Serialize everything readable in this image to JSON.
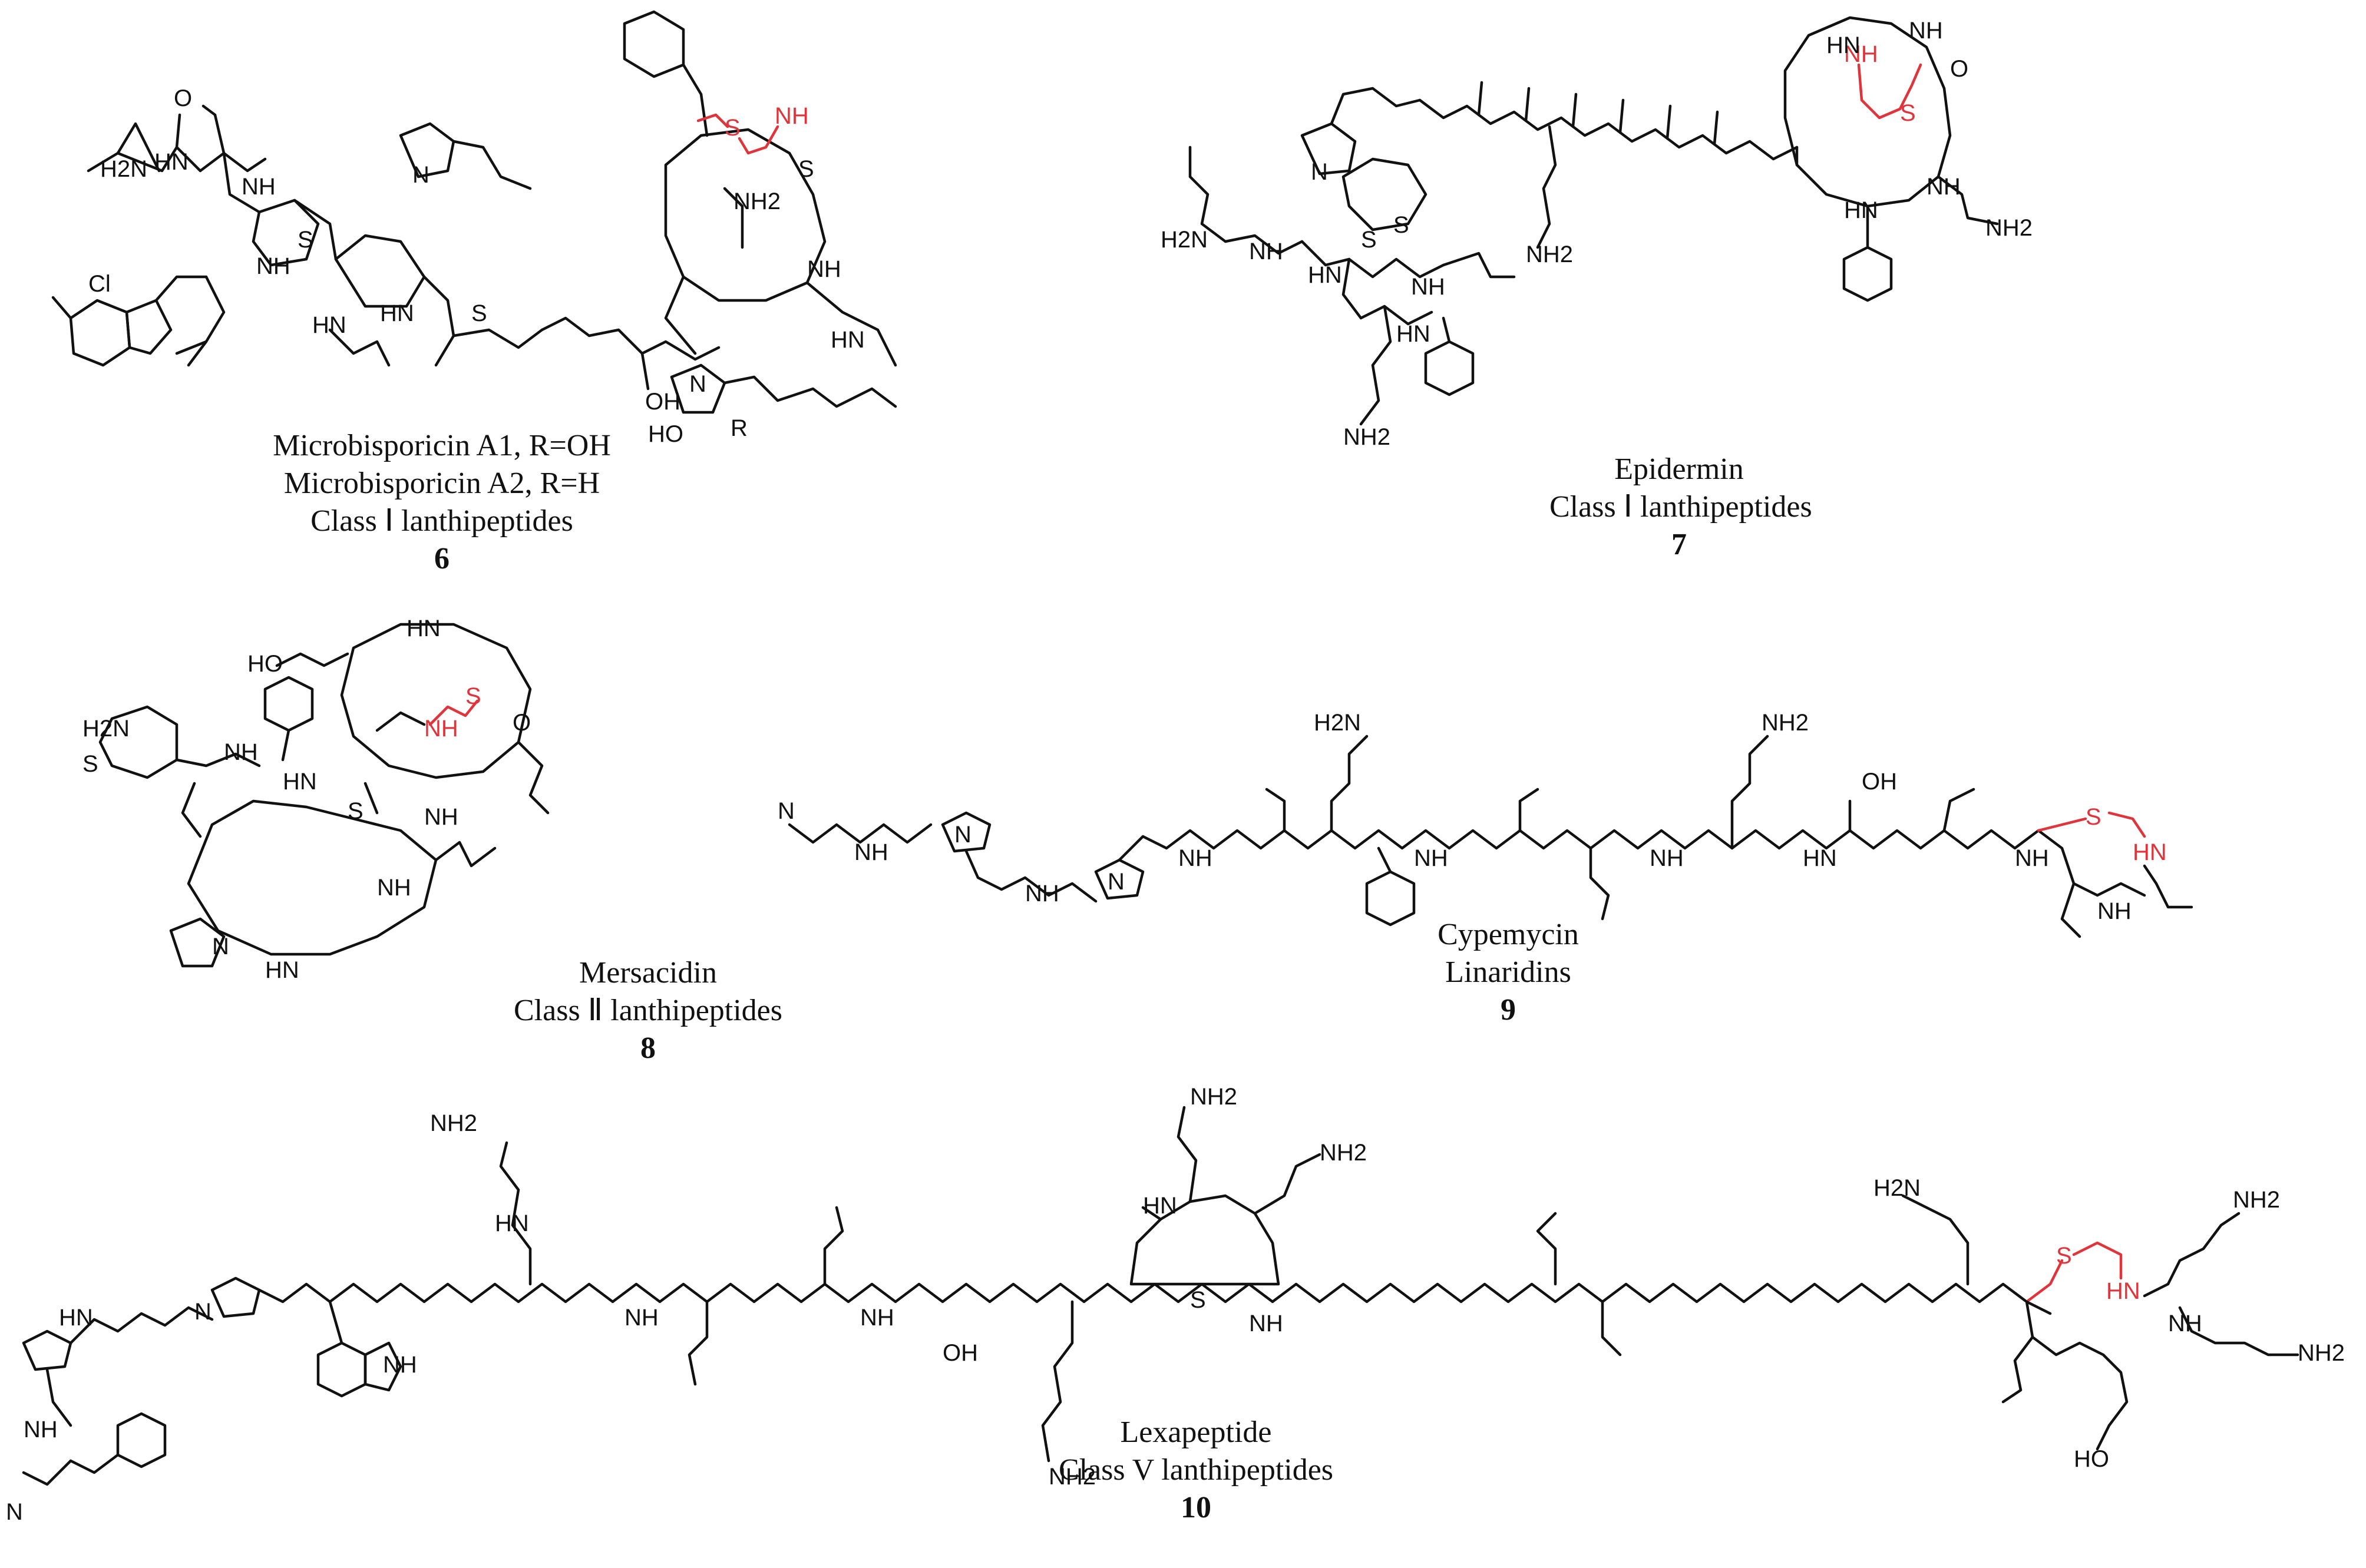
{
  "figure": {
    "highlight_color": "#E0333A",
    "line_color": "#111111",
    "background": "#ffffff"
  },
  "compounds": [
    {
      "id": "6",
      "name_lines": [
        "Microbisporicin A1, R=OH",
        "Microbisporicin A2, R=H"
      ],
      "class_label": "Class Ⅰ lanthipeptides",
      "number": "6",
      "atom_labels": [
        "H2N",
        "HN",
        "NH",
        "O",
        "S",
        "Cl",
        "NH",
        "HN",
        "N",
        "HN",
        "S",
        "OH",
        "HO",
        "R",
        "NH2",
        "S",
        "NH",
        "HN",
        "N"
      ],
      "highlight_labels": [
        "S",
        "NH"
      ]
    },
    {
      "id": "7",
      "name_lines": [
        "Epidermin"
      ],
      "class_label": "Class Ⅰ lanthipeptides",
      "number": "7",
      "atom_labels": [
        "H2N",
        "NH",
        "HN",
        "S",
        "N",
        "NH",
        "HN",
        "NH2",
        "S",
        "HN",
        "NH",
        "O",
        "NH2",
        "NH",
        "HN"
      ],
      "highlight_labels": [
        "NH",
        "S"
      ]
    },
    {
      "id": "8",
      "name_lines": [
        "Mersacidin"
      ],
      "class_label": "Class Ⅱ lanthipeptides",
      "number": "8",
      "atom_labels": [
        "HO",
        "H2N",
        "S",
        "NH",
        "HN",
        "N",
        "S",
        "NH",
        "HN",
        "O",
        "NH",
        "HN"
      ],
      "highlight_labels": [
        "NH",
        "S"
      ]
    },
    {
      "id": "9",
      "name_lines": [
        "Cypemycin"
      ],
      "class_label": "Linaridins",
      "number": "9",
      "atom_labels": [
        "N",
        "NH",
        "N",
        "H2N",
        "NH",
        "N",
        "NH",
        "NH2",
        "NH",
        "OH",
        "NH",
        "HN",
        "NH",
        "NH"
      ],
      "highlight_labels": [
        "S",
        "HN"
      ]
    },
    {
      "id": "10",
      "name_lines": [
        "Lexapeptide"
      ],
      "class_label": "Class V lanthipeptides",
      "number": "10",
      "atom_labels": [
        "HN",
        "NH",
        "NH2",
        "N",
        "NH",
        "HN",
        "NH",
        "NH2",
        "NH",
        "N",
        "OH",
        "S",
        "NH",
        "HN",
        "NH2",
        "H2N",
        "NH2",
        "HO",
        "NH",
        "NH2"
      ],
      "highlight_labels": [
        "S",
        "HN"
      ]
    }
  ]
}
